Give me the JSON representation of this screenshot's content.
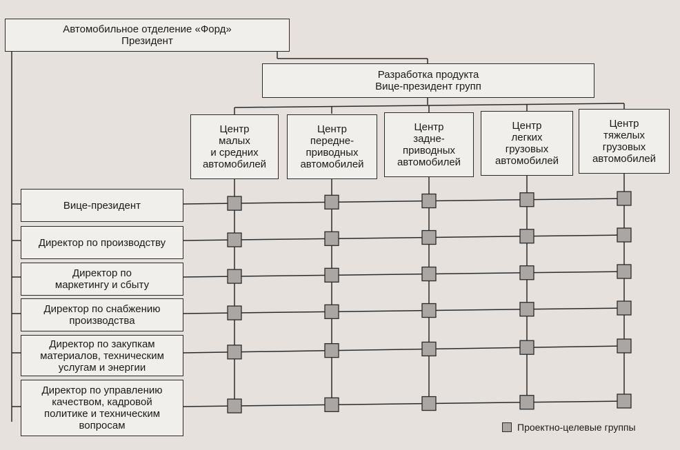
{
  "president": {
    "lines": [
      "Автомобильное отделение «Форд»",
      "Президент"
    ]
  },
  "product_dev": {
    "lines": [
      "Разработка продукта",
      "Вице-президент групп"
    ]
  },
  "centers": [
    {
      "lines": [
        "Центр",
        "малых",
        "и средних",
        "автомобилей"
      ]
    },
    {
      "lines": [
        "Центр",
        "передне-",
        "приводных",
        "автомобилей"
      ]
    },
    {
      "lines": [
        "Центр",
        "задне-",
        "приводных",
        "автомобилей"
      ]
    },
    {
      "lines": [
        "Центр",
        "легких",
        "грузовых",
        "автомобилей"
      ]
    },
    {
      "lines": [
        "Центр",
        "тяжелых",
        "грузовых",
        "автомобилей"
      ]
    }
  ],
  "functions": [
    {
      "lines": [
        "Вице-президент"
      ]
    },
    {
      "lines": [
        "Директор по производству"
      ]
    },
    {
      "lines": [
        "Директор по",
        "маркетингу и сбыту"
      ]
    },
    {
      "lines": [
        "Директор по снабжению",
        "производства"
      ]
    },
    {
      "lines": [
        "Директор по закупкам",
        "материалов, техническим",
        "услугам и энергии"
      ]
    },
    {
      "lines": [
        "Директор по управлению",
        "качеством, кадровой",
        "политике и техническим",
        "вопросам"
      ]
    }
  ],
  "legend": {
    "label": "Проектно-целевые группы"
  },
  "colors": {
    "line": "#2a2a2a",
    "node": "#a9a6a3",
    "box": "#f1efec"
  }
}
